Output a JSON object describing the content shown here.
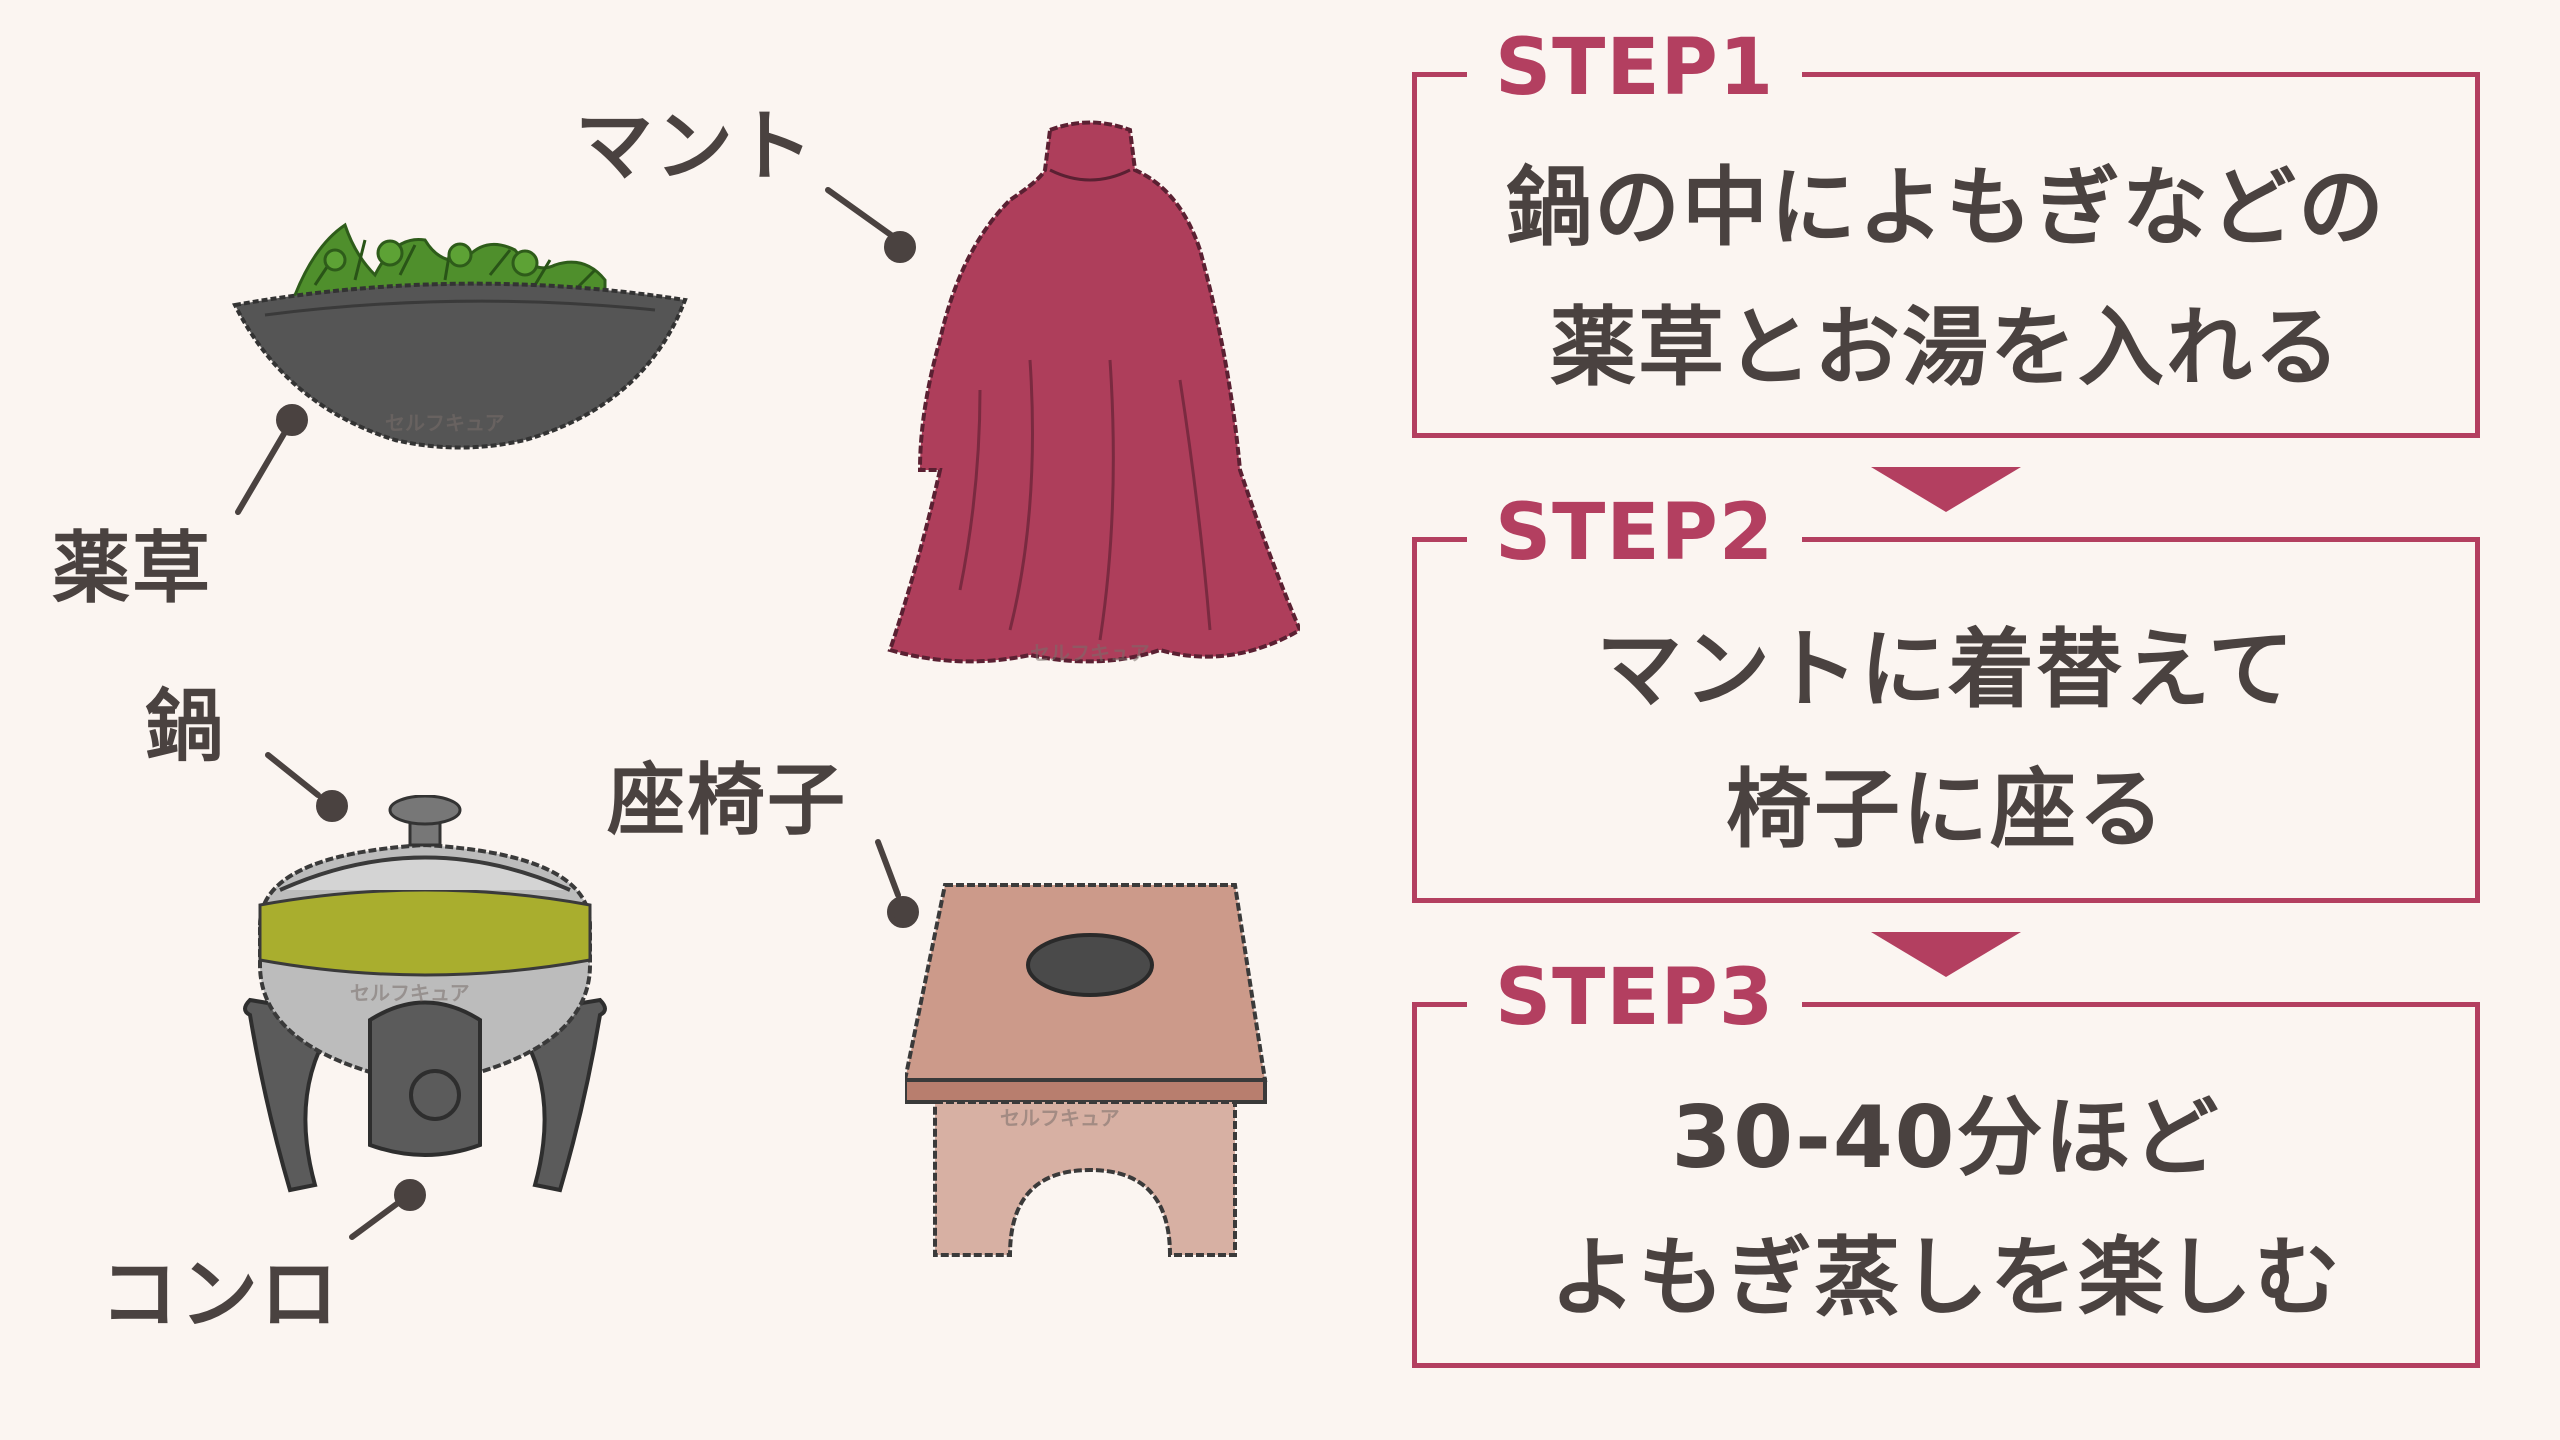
{
  "labels": {
    "herbs": "薬草",
    "cape": "マント",
    "pot": "鍋",
    "chair": "座椅子",
    "stove": "コンロ"
  },
  "watermark": "セルフキュア",
  "steps": [
    {
      "label": "STEP1",
      "line1": "鍋の中によもぎなどの",
      "line2": "薬草とお湯を入れる"
    },
    {
      "label": "STEP2",
      "line1": "マントに着替えて",
      "line2": "椅子に座る"
    },
    {
      "label": "STEP3",
      "line1": "30-40分ほど",
      "line2": "よもぎ蒸しを楽しむ"
    }
  ],
  "colors": {
    "accent": "#b33f60",
    "text": "#4a4240",
    "background": "#fbf5f1",
    "cape": "#ae3e5b",
    "pot_band": "#a9ae2e",
    "pot_body": "#bcbcbc",
    "stove": "#5b5b5b",
    "chair": "#cc9a8a",
    "bowl": "#555555",
    "herb_leaves": "#4a8a2a"
  }
}
